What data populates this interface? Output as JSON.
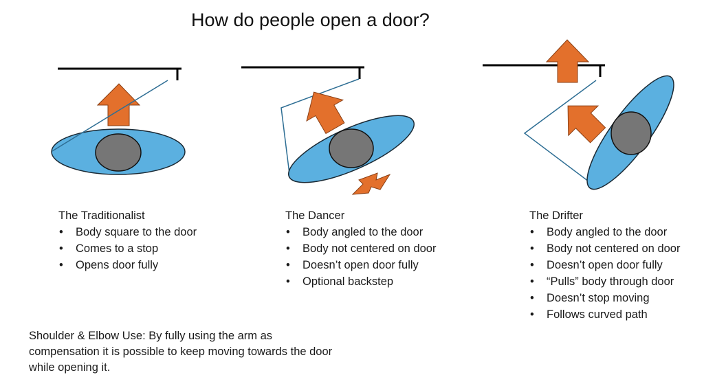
{
  "title": "How do people open a door?",
  "colors": {
    "body": "#5BB0E0",
    "head": "#767676",
    "arrow": "#E3702C",
    "arrow_outline": "#8A3F14",
    "door_swing": "#2E6E94",
    "wall": "#000000"
  },
  "panels": [
    {
      "heading": "The Traditionalist",
      "bullets": [
        "Body square to the door",
        "Comes to a stop",
        "Opens door fully"
      ]
    },
    {
      "heading": "The Dancer",
      "bullets": [
        "Body angled to the door",
        "Body not centered on door",
        "Doesn’t open door fully",
        "Optional backstep"
      ]
    },
    {
      "heading": "The Drifter",
      "bullets": [
        "Body angled to the door",
        "Body not centered on door",
        "Doesn’t open door fully",
        "“Pulls” body through door",
        "Doesn’t stop moving",
        "Follows curved path"
      ]
    }
  ],
  "note": "Shoulder & Elbow Use:  By fully using the arm as compensation it is possible to keep moving towards the door while opening it."
}
